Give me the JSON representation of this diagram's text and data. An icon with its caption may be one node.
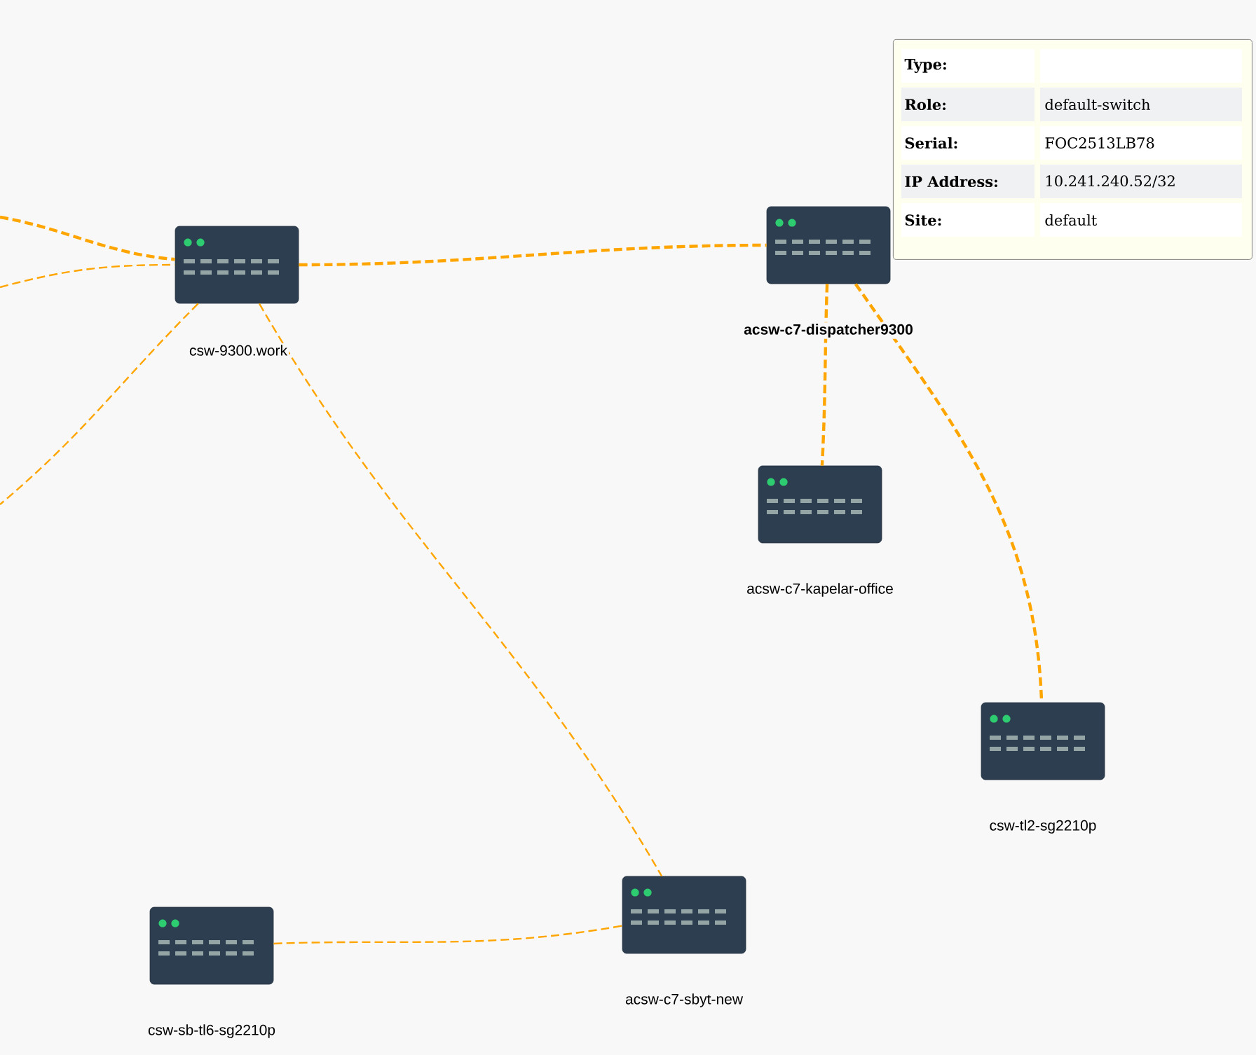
{
  "diagram": {
    "nodes": [
      {
        "text": [
          "csw-9300.work"
        ]
      },
      {
        "text": [
          "acsw-c7-dispatcher9300"
        ]
      },
      {
        "text": [
          "acsw-c7-kapelar-office"
        ]
      },
      {
        "text": [
          "csw-tl2-sg2210p"
        ]
      },
      {
        "text": [
          "acsw-c7-sbyt-new"
        ]
      },
      {
        "text": [
          "csw-sb-tl6-sg2210p"
        ]
      },
      {
        "text": [
          "Type:",
          "Role:",
          "default-switch",
          "Serial:",
          "FOC2513LB78",
          "IP Address:",
          "10.241.240.52/32",
          "Site:",
          "default"
        ]
      }
    ],
    "edges": [
      {
        "from": 0,
        "to": 1,
        "arrow": "none",
        "style": "dashed"
      },
      {
        "from": 1,
        "to": 2,
        "arrow": "none",
        "style": "dashed"
      },
      {
        "from": 1,
        "to": 3,
        "arrow": "none",
        "style": "dashed"
      },
      {
        "from": 0,
        "to": 4,
        "arrow": "none",
        "style": "dashed"
      },
      {
        "from": 5,
        "to": 4,
        "arrow": "none",
        "style": "dashed"
      },
      {
        "from": null,
        "to": 0,
        "arrow": "none",
        "style": "dashed"
      },
      {
        "from": null,
        "to": 0,
        "arrow": "none",
        "style": "dashed"
      },
      {
        "from": 0,
        "to": null,
        "arrow": "none",
        "style": "dashed"
      }
    ]
  }
}
